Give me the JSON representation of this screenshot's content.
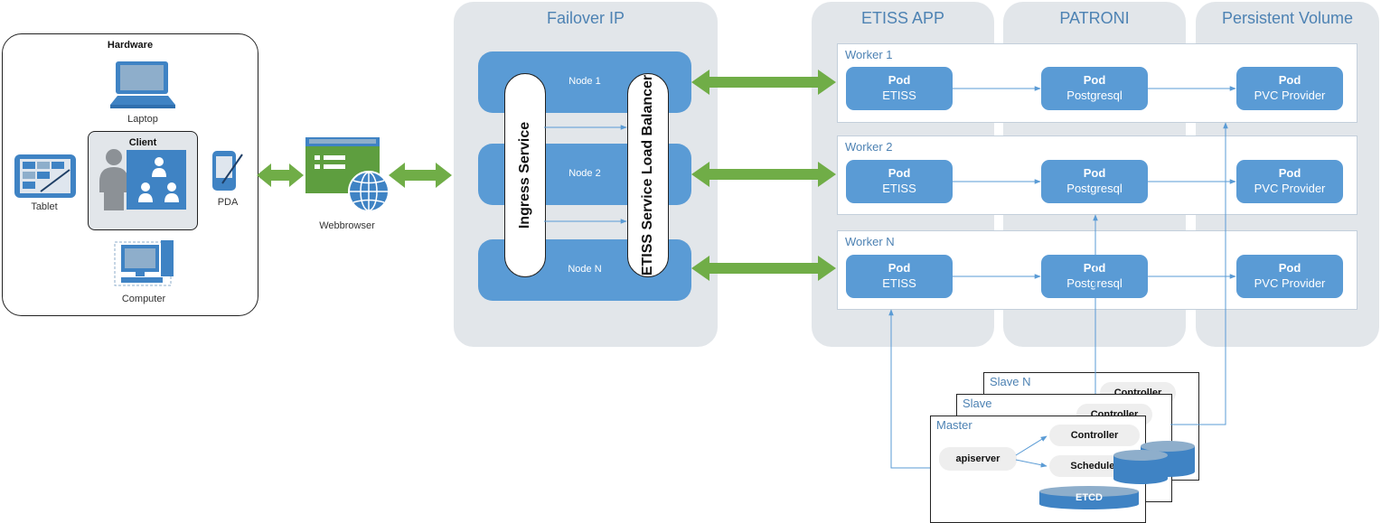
{
  "hardware": {
    "title": "Hardware",
    "client_label": "Client",
    "devices": {
      "laptop": "Laptop",
      "tablet": "Tablet",
      "pda": "PDA",
      "computer": "Computer"
    }
  },
  "webbrowser": {
    "label": "Webbrowser"
  },
  "failover": {
    "title": "Failover IP",
    "nodes": [
      "Node 1",
      "Node 2",
      "Node N"
    ],
    "ingress_label": "Ingress Service",
    "lb_label": "ETISS Service Load Balancer"
  },
  "columns": {
    "etiss": "ETISS APP",
    "patroni": "PATRONI",
    "pv": "Persistent Volume"
  },
  "workers": [
    {
      "label": "Worker 1"
    },
    {
      "label": "Worker 2"
    },
    {
      "label": "Worker N"
    }
  ],
  "pods": {
    "title": "Pod",
    "etiss": "ETISS",
    "postgres": "Postgresql",
    "pvc": "PVC Provider"
  },
  "cluster": {
    "slave_n": "Slave N",
    "slave": "Slave",
    "master": "Master",
    "controller": "Controller",
    "scheduler": "Scheduler",
    "apiserver": "apiserver",
    "etcd": "ETCD"
  },
  "colors": {
    "accent_blue": "#5a9bd5",
    "title_blue": "#4d82b3",
    "panel_gray": "#e2e6ea",
    "arrow_green": "#70ad47"
  }
}
